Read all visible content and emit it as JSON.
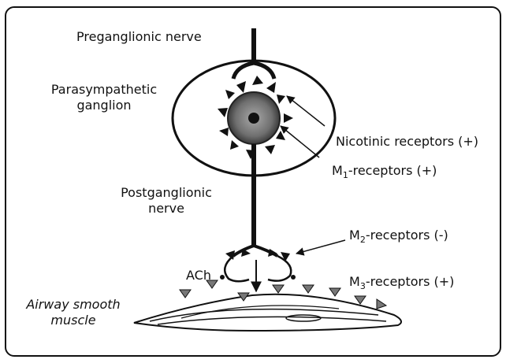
{
  "labels": {
    "preganglionic": "Preganglionic nerve",
    "ganglion_line1": "Parasympathetic",
    "ganglion_line2": "ganglion",
    "nicotinic": "Nicotinic receptors (+)",
    "m1_prefix": "M",
    "m1_sub": "1",
    "m1_suffix": "-receptors (+)",
    "postganglionic_line1": "Postganglionic",
    "postganglionic_line2": "nerve",
    "m2_prefix": "M",
    "m2_sub": "2",
    "m2_suffix": "-receptors (-)",
    "ach": "ACh",
    "m3_prefix": "M",
    "m3_sub": "3",
    "m3_suffix": "-receptors (+)",
    "muscle_line1": "Airway smooth",
    "muscle_line2": "muscle"
  },
  "colors": {
    "ink": "#111111",
    "cell_body": "#6f6f6f",
    "receptor_fill": "#888888"
  }
}
